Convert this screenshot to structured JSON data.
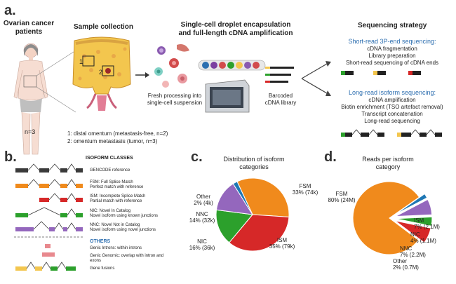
{
  "panel_a": {
    "letter": "a.",
    "patients": "Ovarian cancer\npatients",
    "n": "n=3",
    "sample_collection": "Sample collection",
    "region_labels": [
      "1",
      "2"
    ],
    "site1": "1: distal omentum (metastasis-free, n=2)",
    "site2": "2:  omentum metastasis (tumor, n=3)",
    "encapsulation_title": "Single-cell droplet encapsulation\nand full-length cDNA amplification",
    "fresh_processing": "Fresh processing into\nsingle-cell suspension",
    "barcoded": "Barcoded\ncDNA library",
    "strategy_title": "Sequencing strategy",
    "short_read": {
      "title": "Short-read 3P-end sequencing:",
      "steps": [
        "cDNA fragmentation",
        "Library preparation",
        "Short-read sequencing of cDNA ends"
      ]
    },
    "long_read": {
      "title": "Long-read isoform sequencing:",
      "steps": [
        "cDNA amplification",
        "Biotin enrichment (TSO artefact removal)",
        "Transcript concatenation",
        "Long-read sequencing"
      ]
    }
  },
  "panel_b": {
    "letter": "b.",
    "title": "ISOFORM CLASSES",
    "classes": [
      {
        "line1": "GENCODE reference",
        "line2": "",
        "color": "#3a3a3a"
      },
      {
        "line1": "FSM: Full Splice Match",
        "line2": "Perfect match with reference",
        "color": "#f08a1c"
      },
      {
        "line1": "ISM: Incomplete Splice Match",
        "line2": "Partial match with reference",
        "color": "#d62828"
      },
      {
        "line1": "NIC: Novel In Catalog",
        "line2": "Novel isoform using known junctions",
        "color": "#2ca02c"
      },
      {
        "line1": "NNC: Novel Not in Catalog",
        "line2": "Novel isoform using novel junctions",
        "color": "#9467bd"
      }
    ],
    "others_title": "OTHERS",
    "others": [
      {
        "line1": "Genic Introns: within introns",
        "line2": ""
      },
      {
        "line1": "Genic Genomic: overlap with intron and",
        "line2": "exons"
      },
      {
        "line1": "Gene fusions",
        "line2": ""
      }
    ]
  },
  "chart_data": [
    {
      "type": "pie",
      "panel": "c.",
      "title": "Distribution of isoform\ncategories",
      "categories": [
        "FSM",
        "ISM",
        "NIC",
        "NNC",
        "Other"
      ],
      "values": [
        33,
        35,
        16,
        14,
        2
      ],
      "labels": [
        "33% (74k)",
        "35% (79k)",
        "16% (36k)",
        "14% (32k)",
        "2% (4k)"
      ],
      "colors": [
        "#f08a1c",
        "#d62828",
        "#2ca02c",
        "#9467bd",
        "#1f77b4"
      ]
    },
    {
      "type": "pie",
      "panel": "d.",
      "title": "Reads per isoform\ncategory",
      "categories": [
        "FSM",
        "ISM",
        "NIC",
        "NNC",
        "Other"
      ],
      "values": [
        80,
        7,
        4,
        7,
        2
      ],
      "labels": [
        "80% (24M)",
        "7% (2.1M)",
        "4% (1.1M)",
        "7% (2.2M)",
        "2% (0.7M)"
      ],
      "colors": [
        "#f08a1c",
        "#d62828",
        "#2ca02c",
        "#9467bd",
        "#1f77b4"
      ],
      "exploded": [
        "ISM",
        "NIC",
        "NNC",
        "Other"
      ]
    }
  ]
}
